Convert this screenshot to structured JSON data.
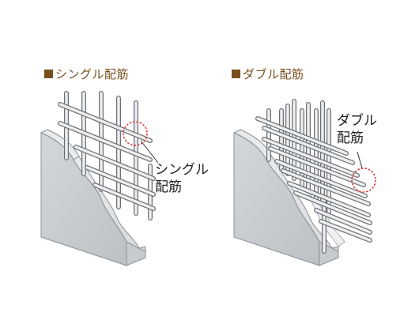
{
  "panels": [
    {
      "heading_text": "シングル配筋",
      "callout_line1": "シングル",
      "callout_line2": "配筋"
    },
    {
      "heading_text": "ダブル配筋",
      "callout_line1": "ダブル",
      "callout_line2": "配筋"
    }
  ],
  "colors": {
    "heading": "#7a4f1c",
    "concrete_face": "#c9cdd0",
    "concrete_side": "#dfe2e4",
    "rebar": "#e6e8ea",
    "rebar_outline": "#6d7174",
    "highlight_circle": "#e23a3a"
  },
  "icons": [
    "square-bullet-icon"
  ]
}
